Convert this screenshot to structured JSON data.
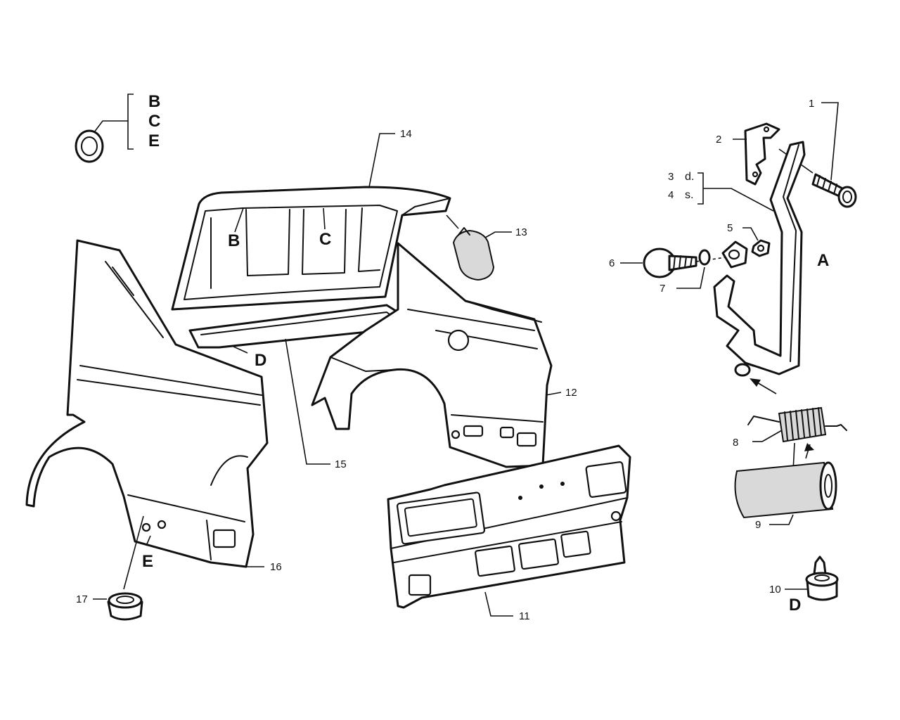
{
  "legend": {
    "bracket_letters": [
      "B",
      "C",
      "E"
    ]
  },
  "callouts": {
    "p1": "1",
    "p2": "2",
    "p3": "3",
    "p4": "4",
    "p5": "5",
    "p6": "6",
    "p7": "7",
    "p8": "8",
    "p9": "9",
    "p10": "10",
    "p11": "11",
    "p12": "12",
    "p13": "13",
    "p14": "14",
    "p15": "15",
    "p16": "16",
    "p17": "17"
  },
  "side_codes": {
    "right": "d.",
    "left": "s."
  },
  "view_letters": {
    "a_lid": "A",
    "a_hinge": "A",
    "b": "B",
    "c": "C",
    "d_seal_left": "D",
    "d_seal_right": "D",
    "d_bumper": "D",
    "e": "E"
  }
}
